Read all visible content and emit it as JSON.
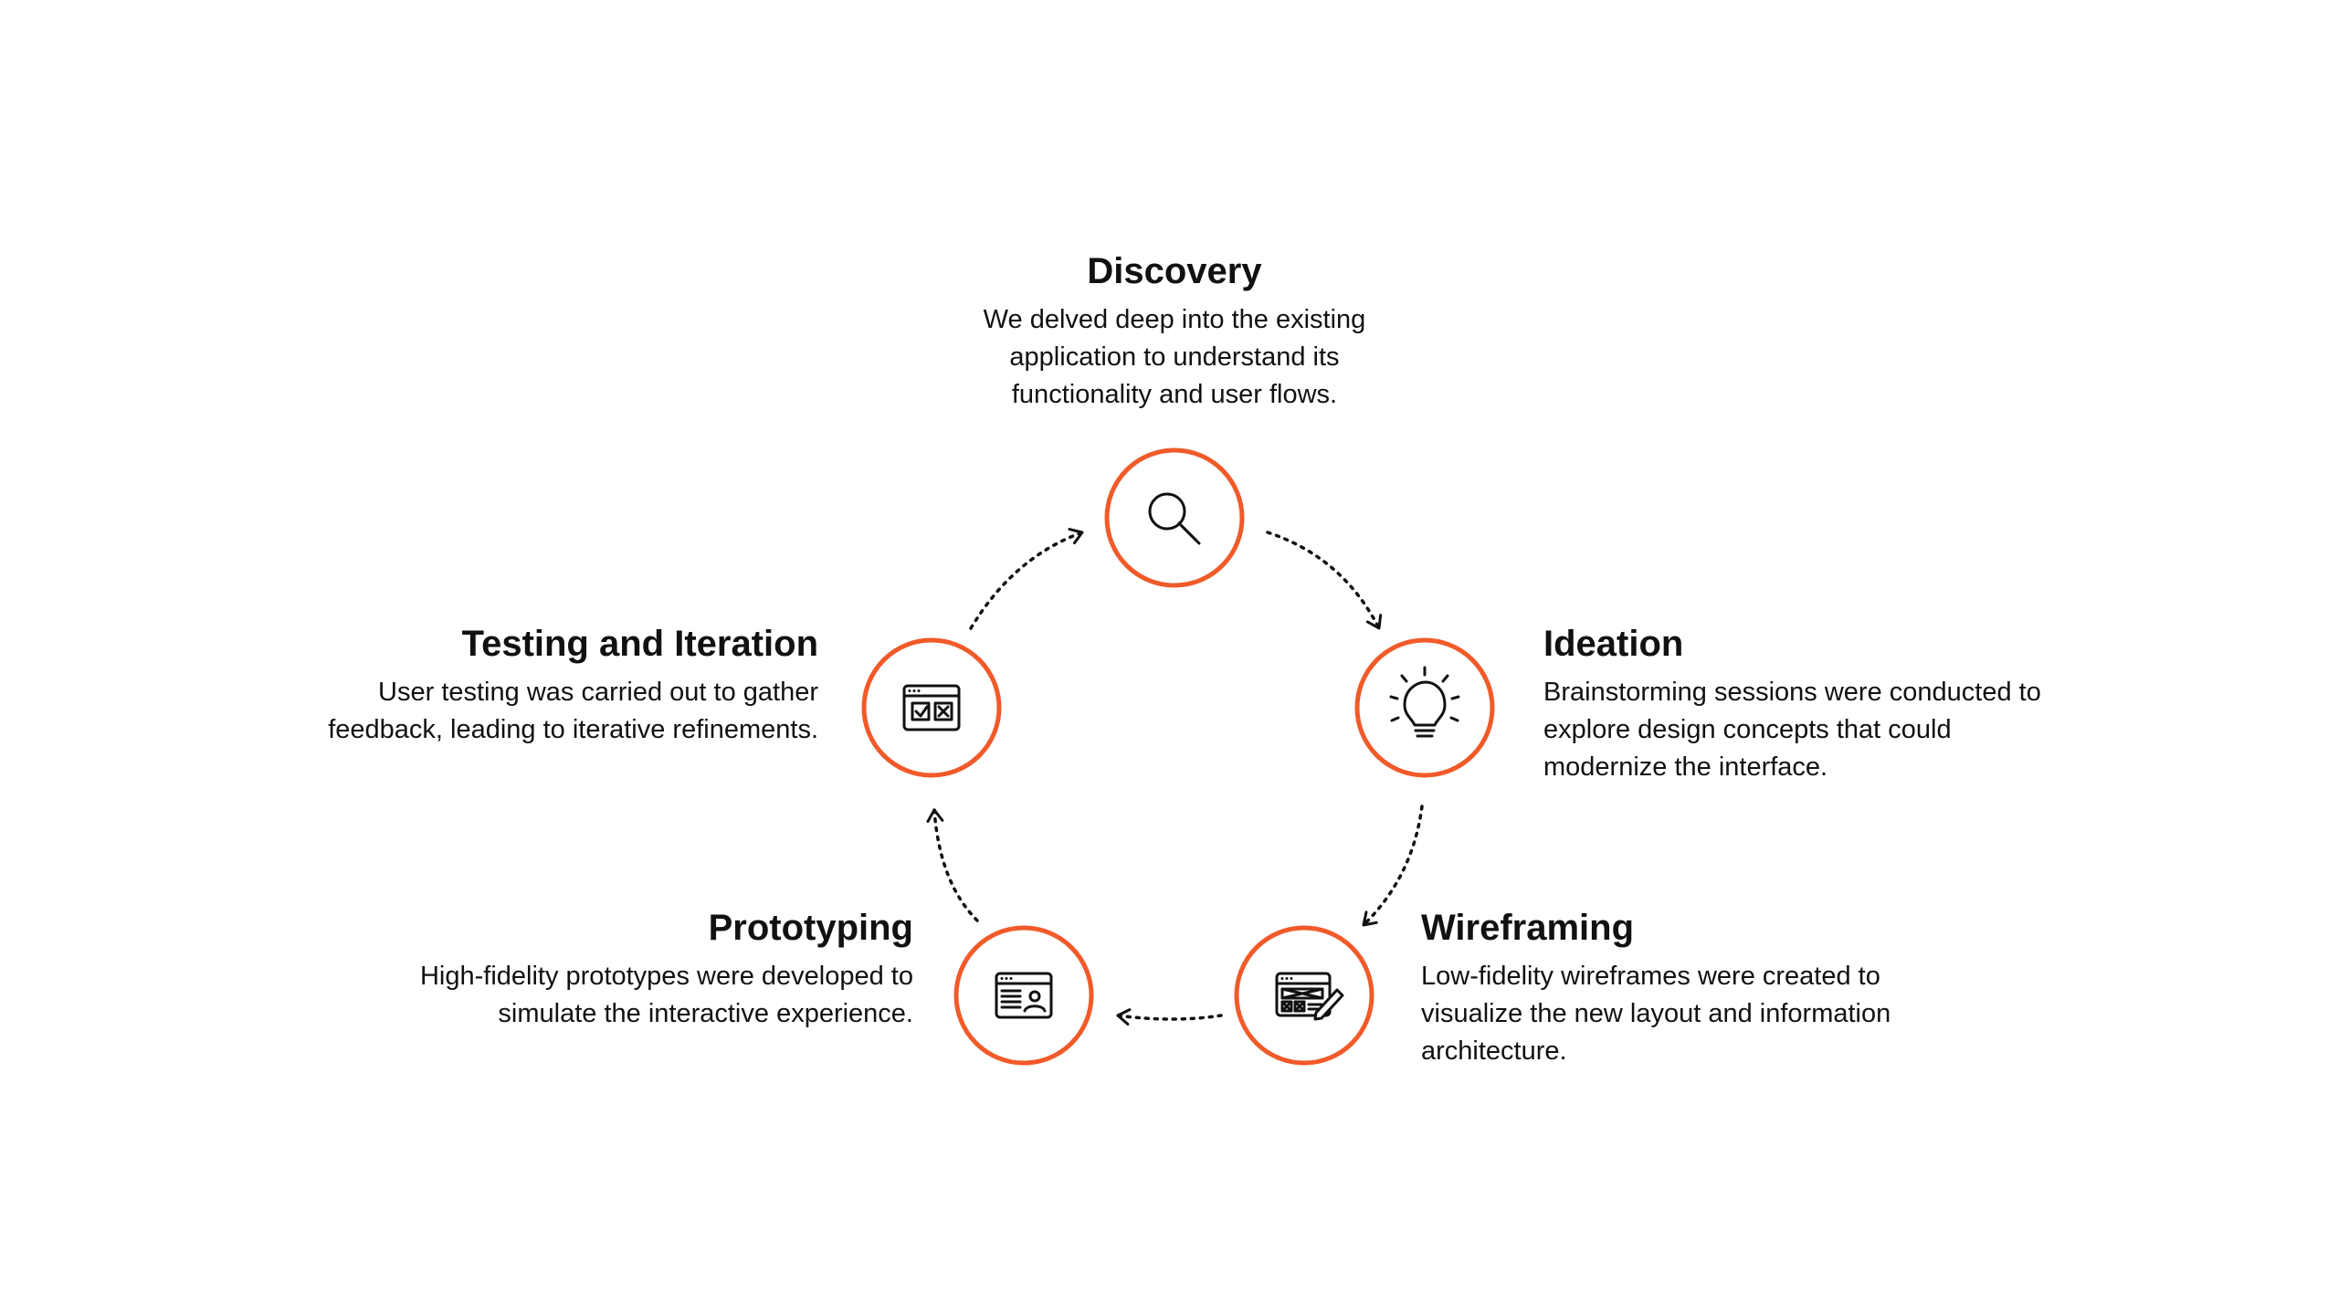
{
  "accent_color": "#F15A29",
  "arrow_color": "#111111",
  "steps": [
    {
      "id": "discovery",
      "title": "Discovery",
      "description": "We delved deep into the existing application to understand its functionality and user flows.",
      "icon": "magnifier-icon"
    },
    {
      "id": "ideation",
      "title": "Ideation",
      "description": "Brainstorming sessions were conducted to explore design concepts that could modernize the interface.",
      "icon": "lightbulb-icon"
    },
    {
      "id": "wireframing",
      "title": "Wireframing",
      "description": "Low-fidelity wireframes were created to visualize the new layout and information architecture.",
      "icon": "wireframe-pencil-icon"
    },
    {
      "id": "prototyping",
      "title": "Prototyping",
      "description": "High-fidelity prototypes were developed to simulate the interactive experience.",
      "icon": "browser-profile-icon"
    },
    {
      "id": "testing",
      "title": "Testing and Iteration",
      "description": "User testing was carried out to gather feedback, leading to iterative refinements.",
      "icon": "browser-check-cross-icon"
    }
  ]
}
